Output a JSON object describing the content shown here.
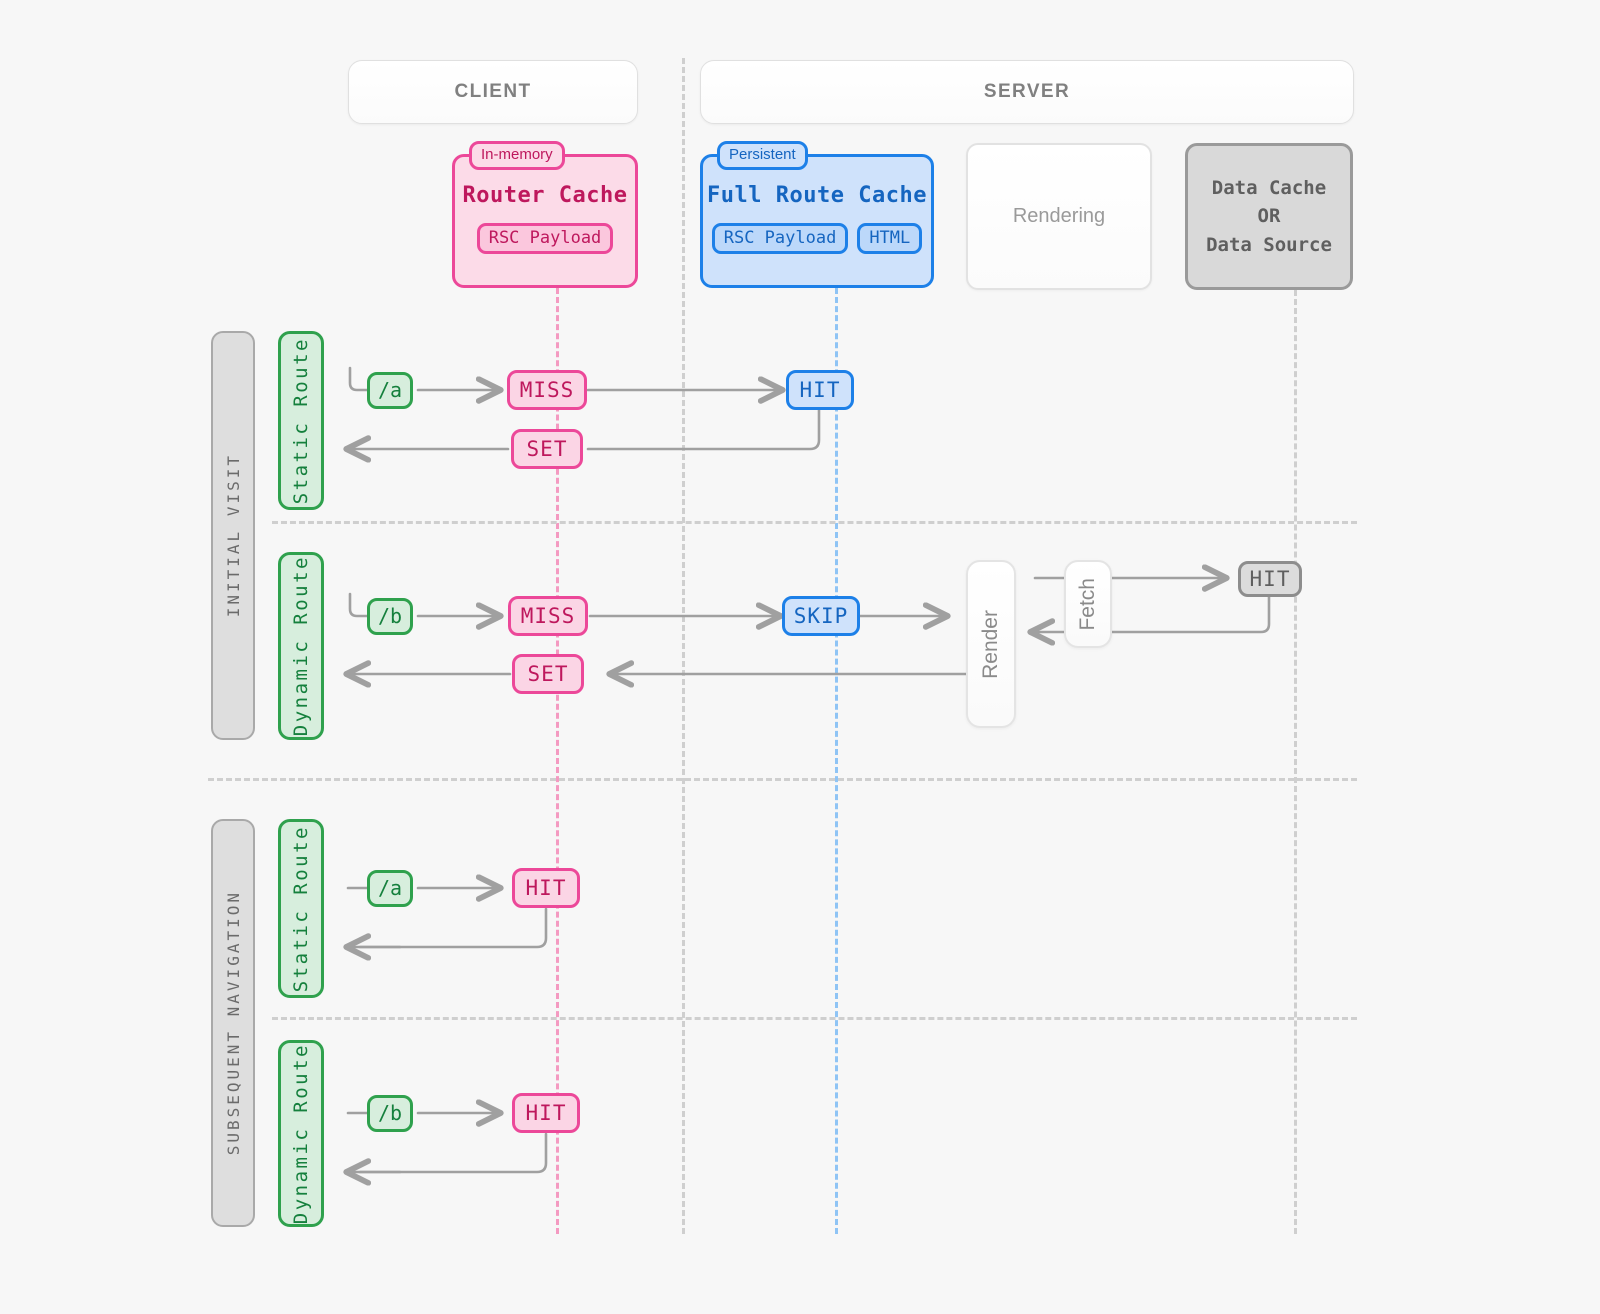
{
  "lanes": [
    {
      "id": "client",
      "label": "CLIENT"
    },
    {
      "id": "server",
      "label": "SERVER"
    }
  ],
  "columns": {
    "router_cache": {
      "tag": "In-memory",
      "title": "Router Cache",
      "chips": [
        "RSC Payload"
      ],
      "color": "#ec4899",
      "text_color": "#be185d",
      "fill": "#fcdbe8"
    },
    "full_route_cache": {
      "tag": "Persistent",
      "title": "Full Route Cache",
      "chips": [
        "RSC Payload",
        "HTML"
      ],
      "color": "#1d80e8",
      "text_color": "#1565c0",
      "fill": "#cfe2fb"
    },
    "rendering": {
      "title": "Rendering",
      "color": "#e2e2e2",
      "text_color": "#9a9a9a"
    },
    "data_cache": {
      "lines": [
        "Data Cache",
        "OR",
        "Data Source"
      ],
      "color": "#9a9a9a",
      "text_color": "#5f5f5f",
      "fill": "#d9d9d9"
    }
  },
  "sections": [
    {
      "id": "initial-visit",
      "label": "INITIAL VISIT",
      "rows": [
        {
          "id": "static-route",
          "label": "Static Route",
          "route": "/a",
          "steps": [
            {
              "name": "router-cache-status",
              "label": "MISS",
              "style": "pink"
            },
            {
              "name": "full-route-cache-status",
              "label": "HIT",
              "style": "blue"
            }
          ],
          "return_steps": [
            {
              "name": "router-cache-set",
              "label": "SET",
              "style": "pink"
            }
          ]
        },
        {
          "id": "dynamic-route",
          "label": "Dynamic Route",
          "route": "/b",
          "steps": [
            {
              "name": "router-cache-status",
              "label": "MISS",
              "style": "pink"
            },
            {
              "name": "full-route-cache-status",
              "label": "SKIP",
              "style": "blue"
            },
            {
              "name": "data-cache-status",
              "label": "HIT",
              "style": "gray"
            }
          ],
          "return_steps": [
            {
              "name": "router-cache-set",
              "label": "SET",
              "style": "pink"
            }
          ],
          "processes": [
            {
              "name": "render-process",
              "label": "Render"
            },
            {
              "name": "fetch-process",
              "label": "Fetch"
            }
          ]
        }
      ]
    },
    {
      "id": "subsequent-navigation",
      "label": "SUBSEQUENT NAVIGATION",
      "rows": [
        {
          "id": "static-route",
          "label": "Static Route",
          "route": "/a",
          "steps": [
            {
              "name": "router-cache-status",
              "label": "HIT",
              "style": "pink"
            }
          ],
          "return_steps": []
        },
        {
          "id": "dynamic-route",
          "label": "Dynamic Route",
          "route": "/b",
          "steps": [
            {
              "name": "router-cache-status",
              "label": "HIT",
              "style": "pink"
            }
          ],
          "return_steps": []
        }
      ]
    }
  ],
  "palette": {
    "background": "#f7f7f7",
    "pink": "#ec4899",
    "blue": "#1d80e8",
    "green": "#2fa14d",
    "gray": "#9a9a9a",
    "wire": "#a0a0a0"
  }
}
